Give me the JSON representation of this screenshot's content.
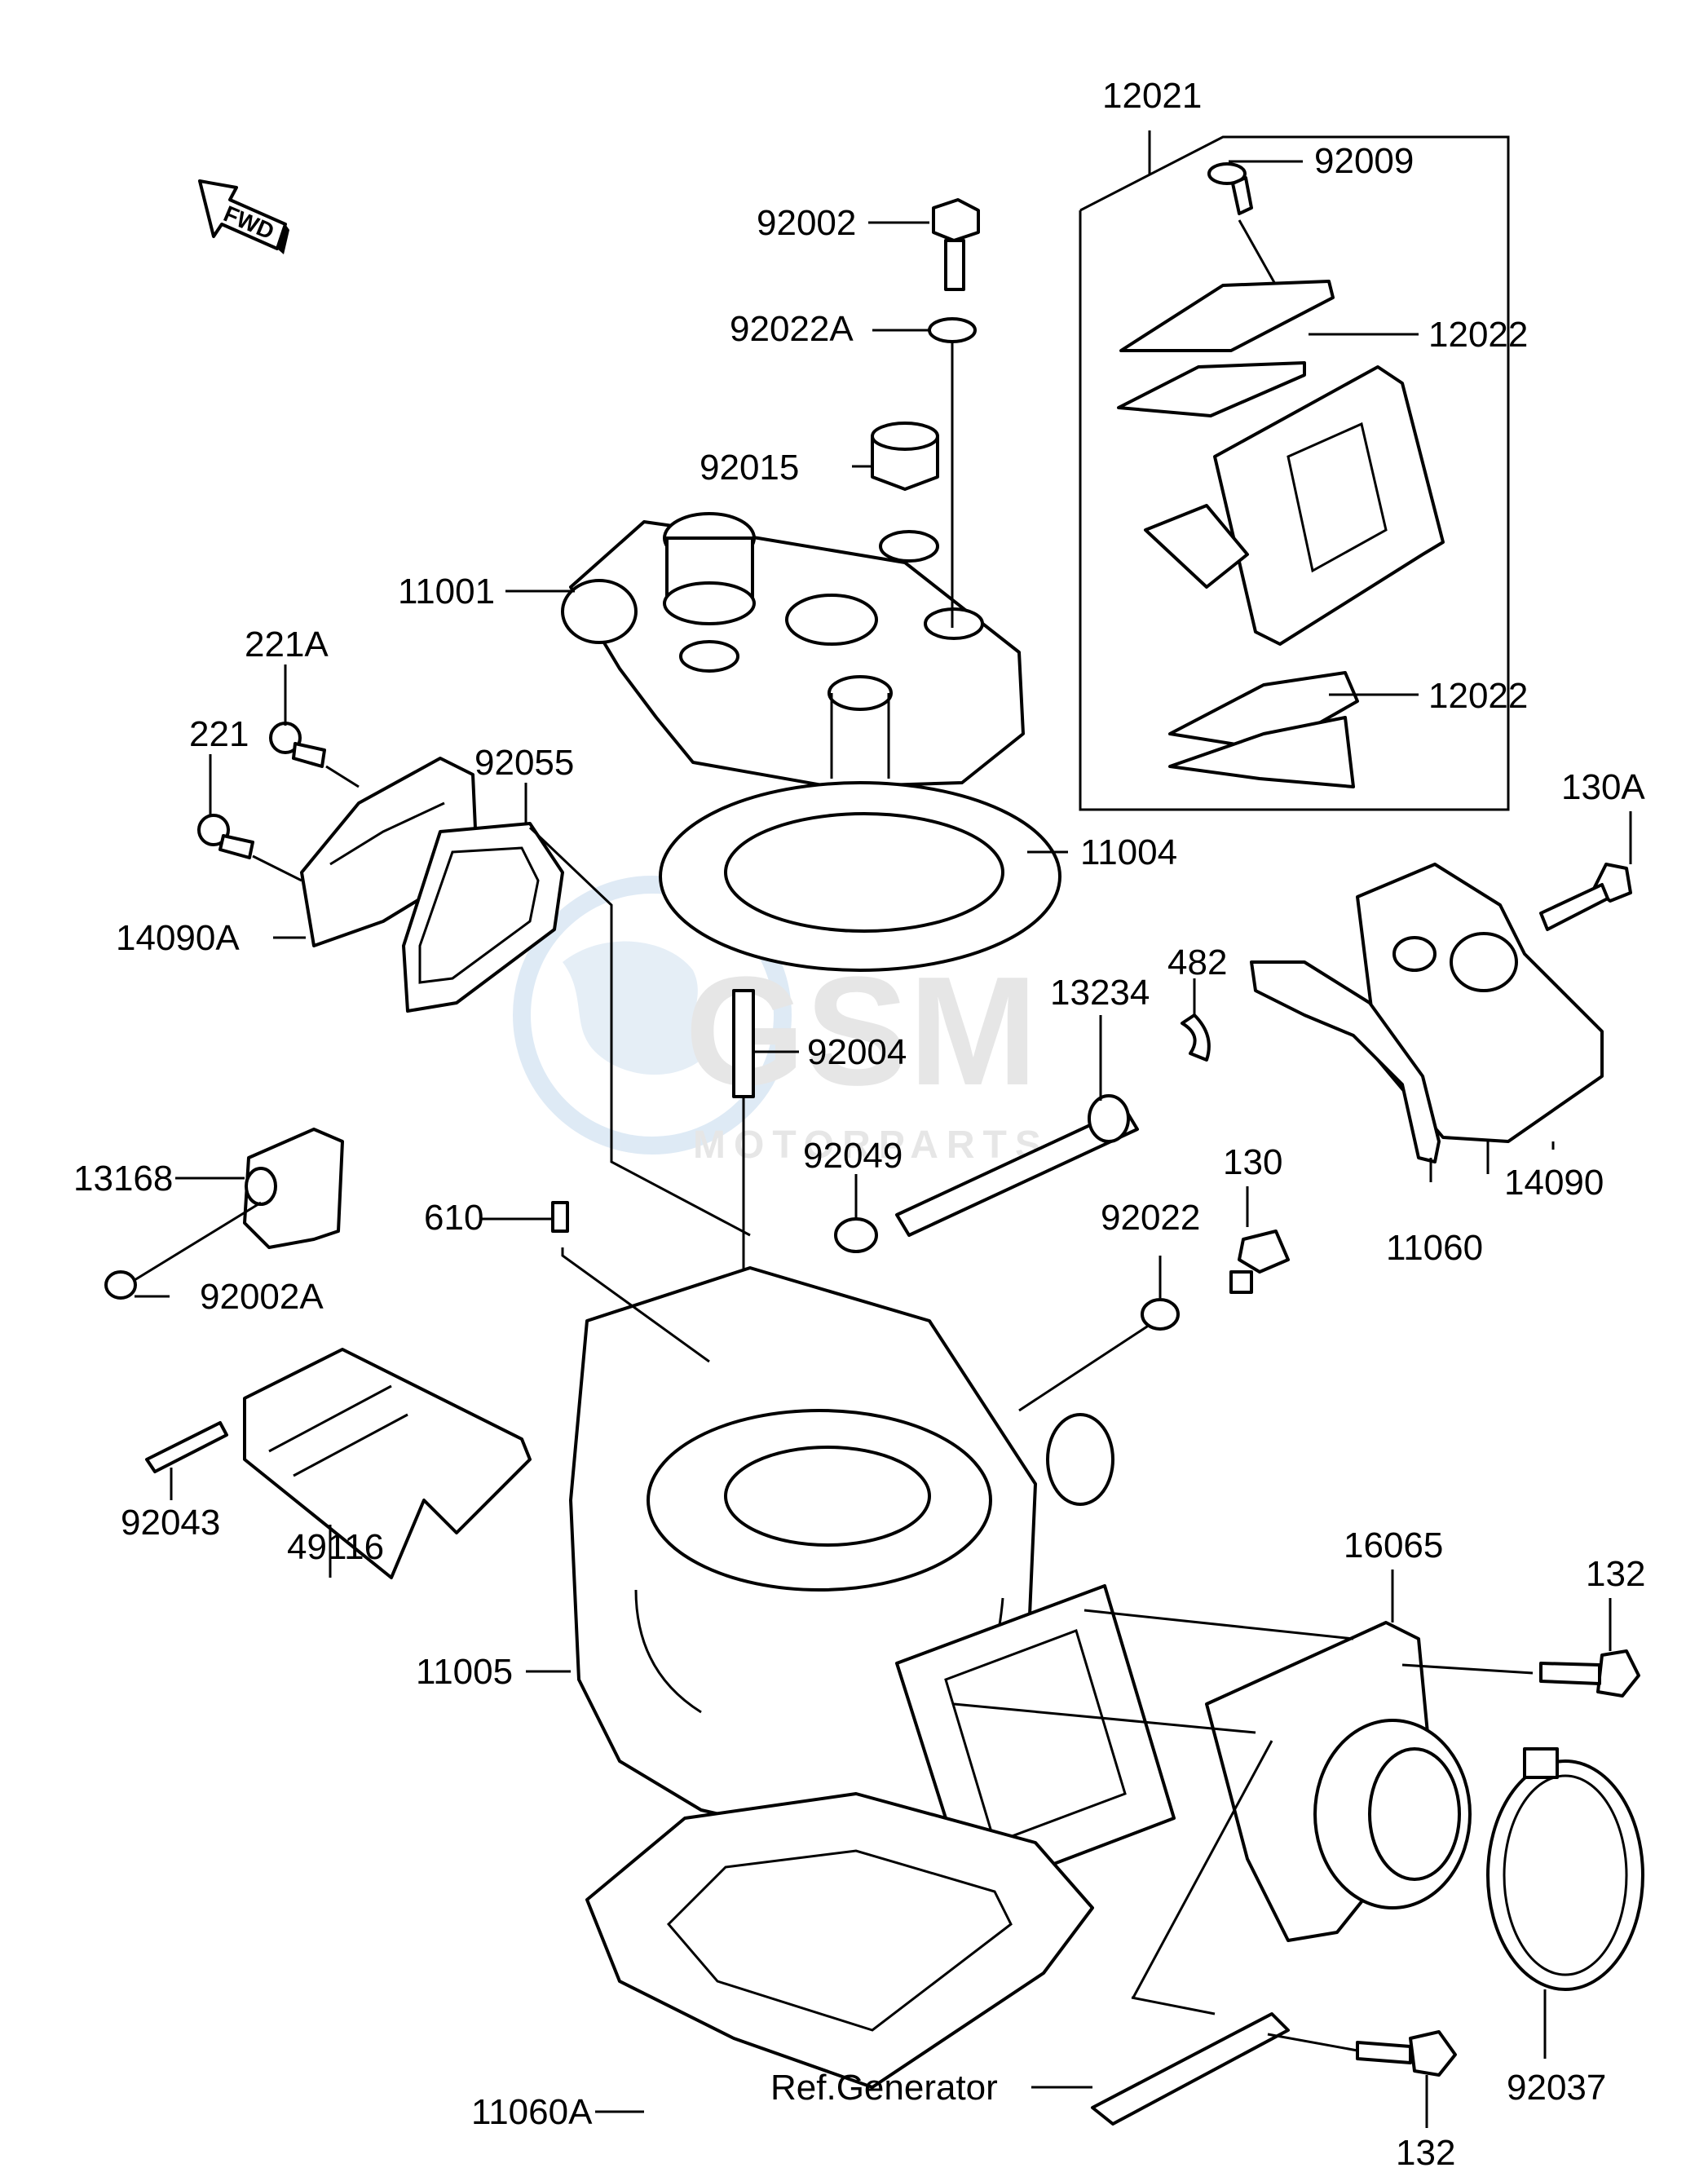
{
  "fwd_label": "FWD",
  "watermark": {
    "logo": "GSM",
    "subtitle": "MOTORPARTS"
  },
  "labels": {
    "p12021": "12021",
    "p92009": "92009",
    "p92002": "92002",
    "p92022A": "92022A",
    "p12022a": "12022",
    "p92015": "92015",
    "p11001": "11001",
    "p12022b": "12022",
    "p221A": "221A",
    "p221": "221",
    "p92055": "92055",
    "p11004": "11004",
    "p14090A": "14090A",
    "p130A": "130A",
    "p482": "482",
    "p13234": "13234",
    "p92004": "92004",
    "p92049": "92049",
    "p13168": "13168",
    "p130": "130",
    "p14090": "14090",
    "p610": "610",
    "p92022": "92022",
    "p11060": "11060",
    "p92002A": "92002A",
    "p92043": "92043",
    "p49116": "49116",
    "p16065": "16065",
    "p132a": "132",
    "p11005": "11005",
    "p11060A": "11060A",
    "p92037": "92037",
    "ref_generator": "Ref.Generator",
    "p132b": "132"
  }
}
